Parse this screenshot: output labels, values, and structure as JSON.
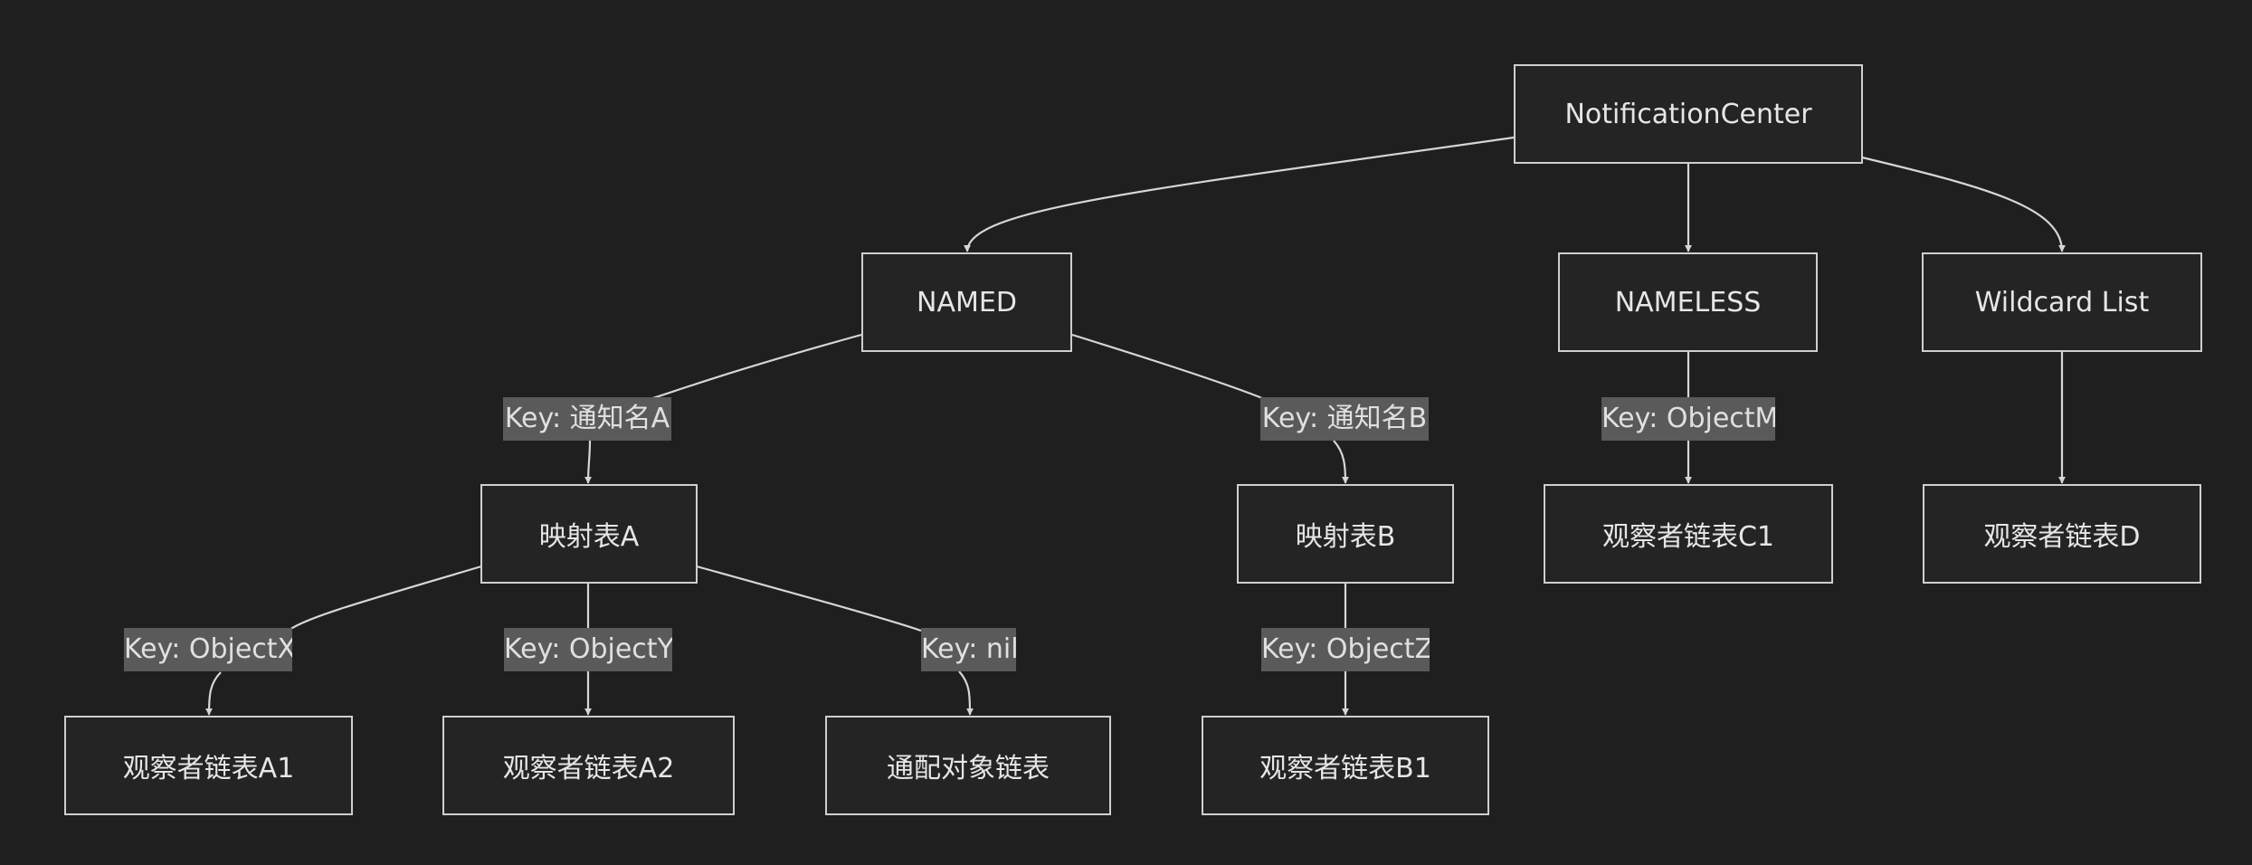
{
  "nodes": {
    "notification_center": "NotificationCenter",
    "named": "NAMED",
    "nameless": "NAMELESS",
    "wildcard_list": "Wildcard List",
    "map_a": "映射表A",
    "map_b": "映射表B",
    "observer_list_c1": "观察者链表C1",
    "observer_list_d": "观察者链表D",
    "observer_list_a1": "观察者链表A1",
    "observer_list_a2": "观察者链表A2",
    "wildcard_object_list": "通配对象链表",
    "observer_list_b1": "观察者链表B1"
  },
  "edge_labels": {
    "key_name_a": "Key: 通知名A",
    "key_name_b": "Key: 通知名B",
    "key_object_m": "Key: ObjectM",
    "key_object_x": "Key: ObjectX",
    "key_object_y": "Key: ObjectY",
    "key_nil": "Key: nil",
    "key_object_z": "Key: ObjectZ"
  },
  "colors": {
    "background": "#1f1f1f",
    "node_border": "#cfcfcf",
    "edge_line": "#d6d6d6",
    "label_background": "#5a5a5a",
    "text": "#e6e6e6"
  }
}
